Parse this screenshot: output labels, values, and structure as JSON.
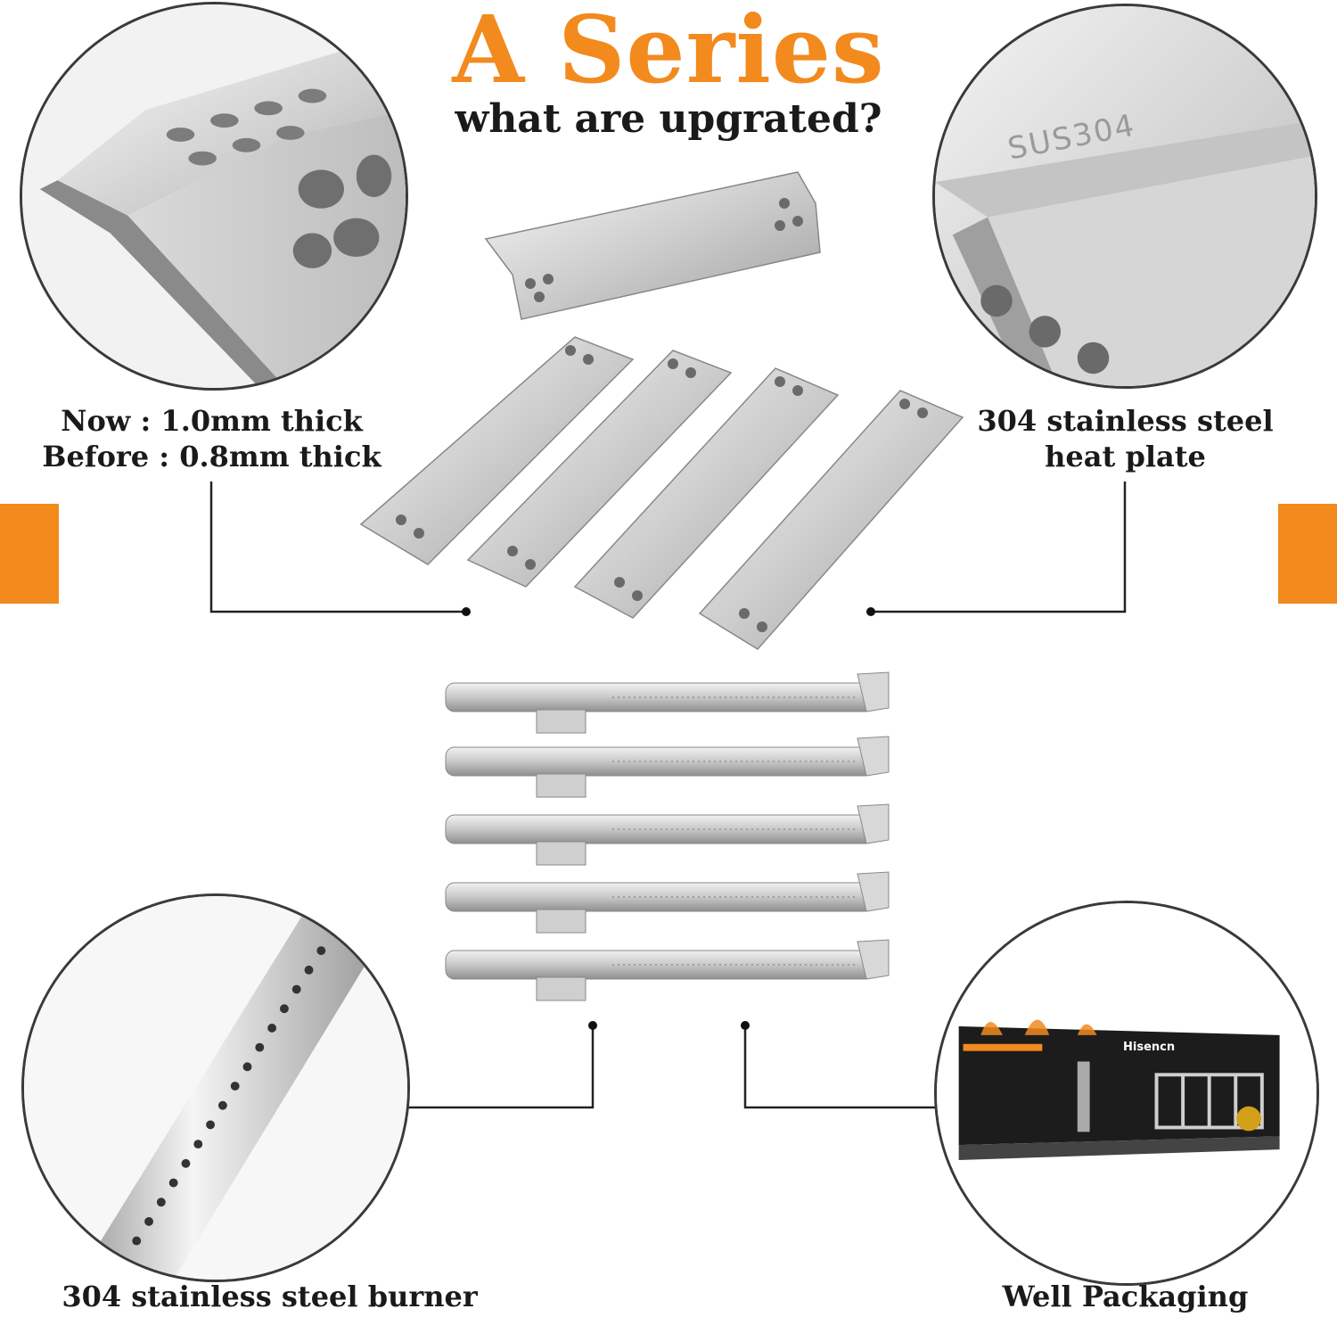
{
  "header": {
    "title": "A Series",
    "subtitle": "what are upgrated?"
  },
  "callouts": {
    "thickness_now": "Now : 1.0mm thick",
    "thickness_before": "Before : 0.8mm thick",
    "heat_plate_line1": "304 stainless steel",
    "heat_plate_line2": "heat plate",
    "burner": "304 stainless steel burner",
    "packaging": "Well Packaging"
  },
  "engravings": {
    "stamp": "SUS304"
  },
  "package_box": {
    "brand": "Hisencn"
  },
  "colors": {
    "accent": "#f28a1e",
    "text": "#1a1a1a",
    "steel_light": "#e6e6e6",
    "steel_dark": "#9a9a9a"
  }
}
